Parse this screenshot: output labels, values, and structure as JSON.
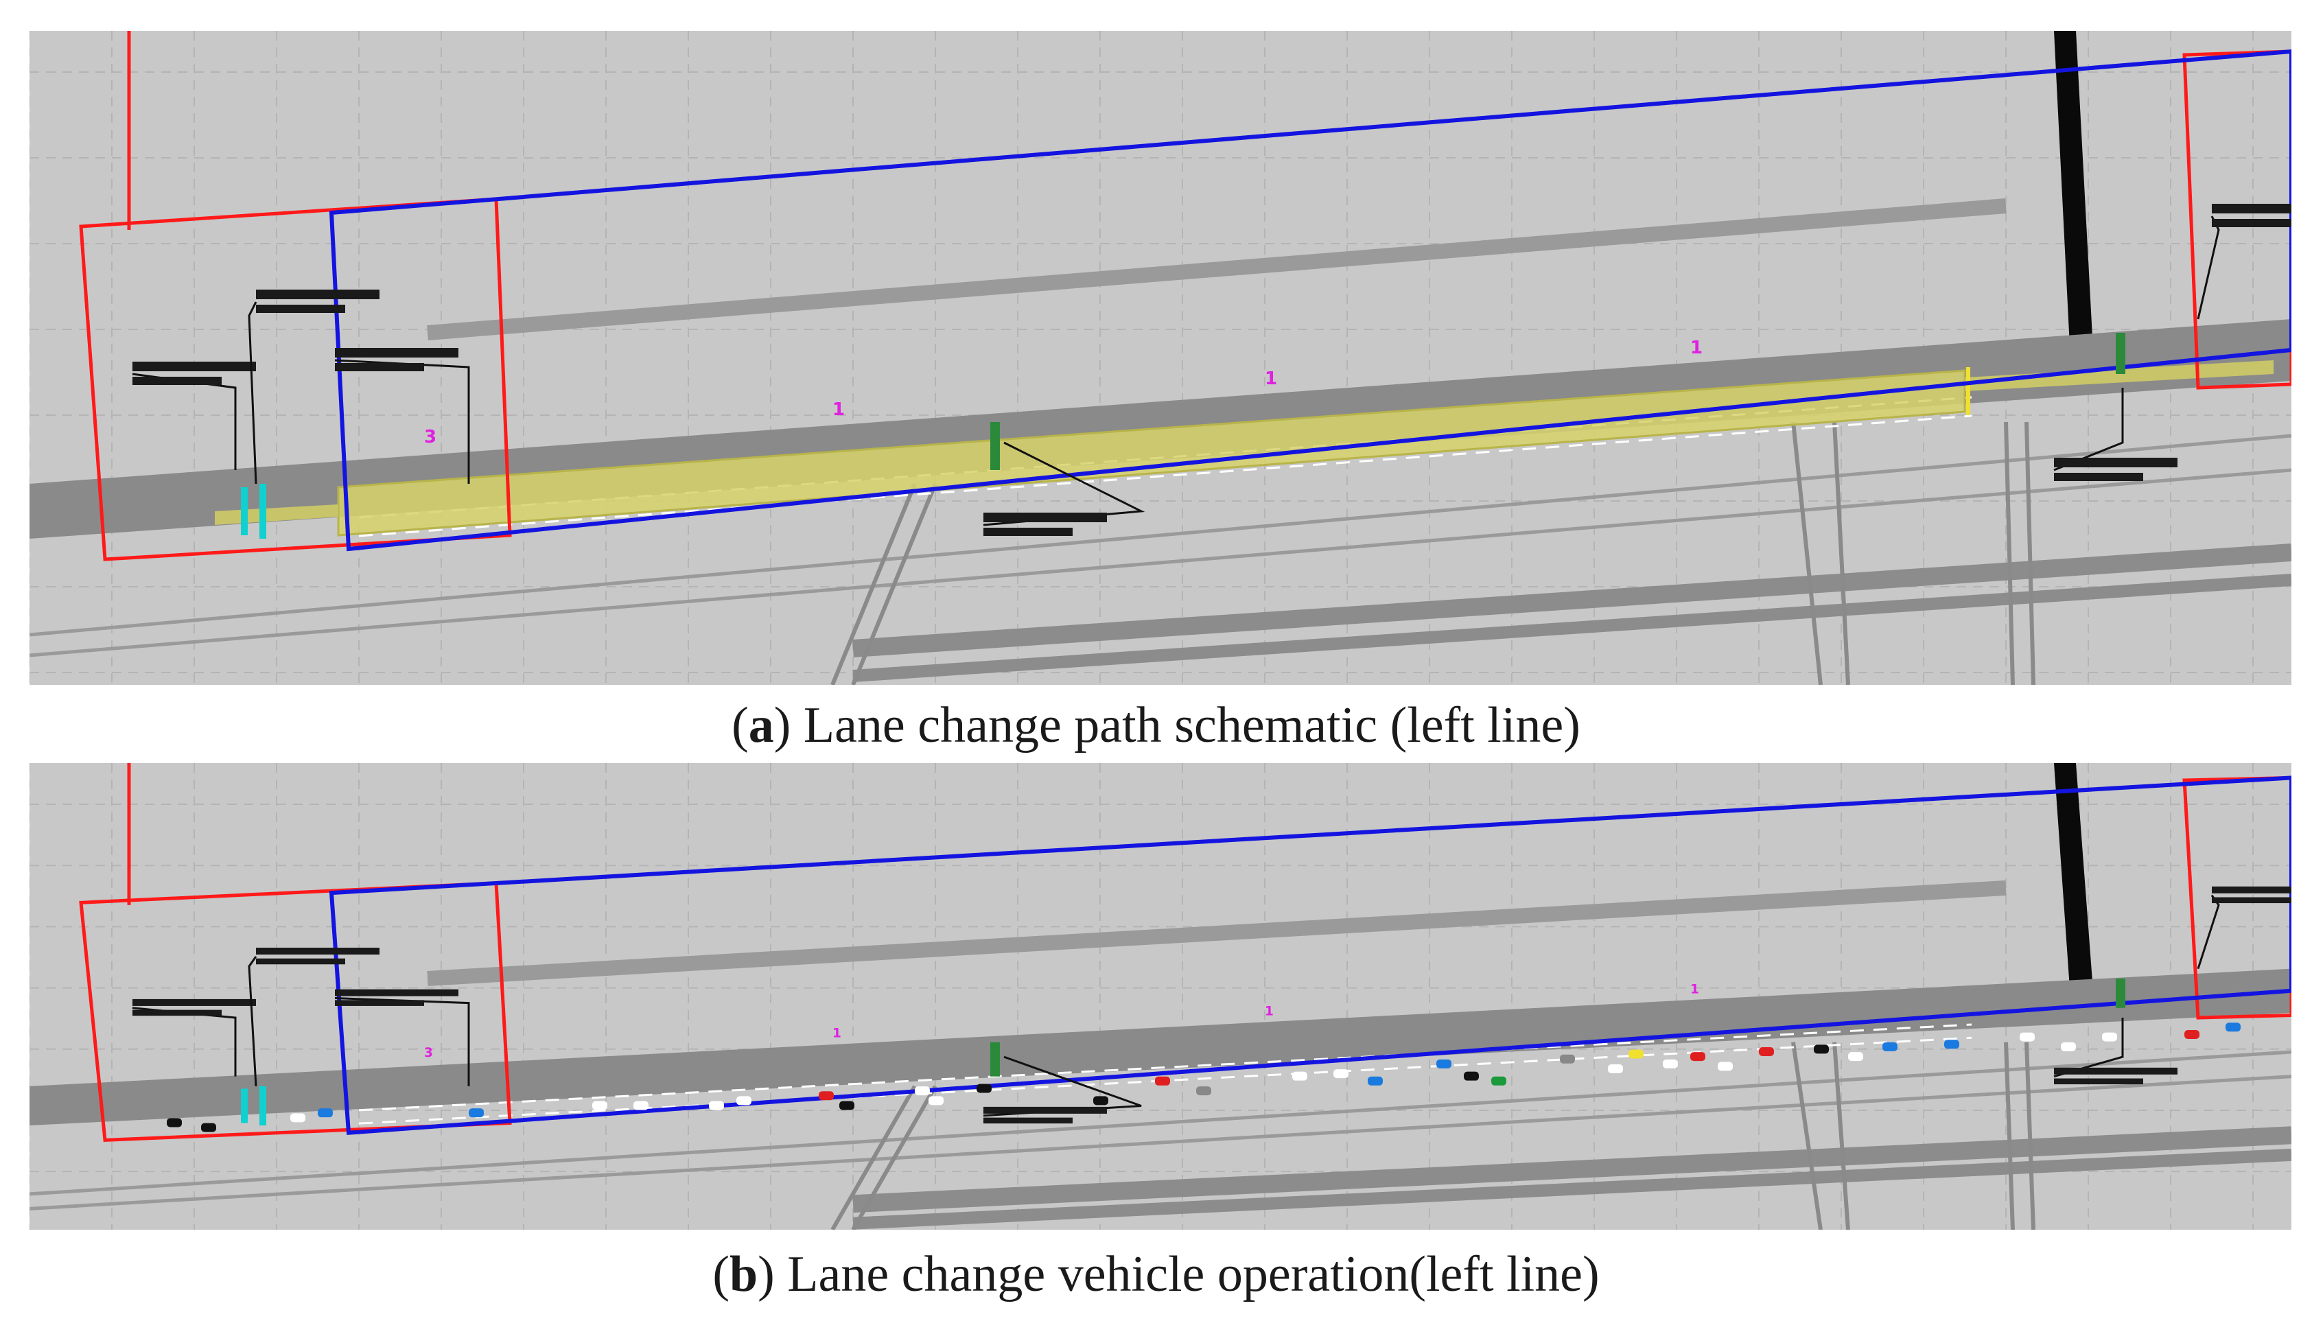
{
  "figure": {
    "panel_a": {
      "caption_letter": "a",
      "caption_text": ") Lane change path schematic (left line)",
      "caption_open": "(",
      "view": "lane-change-path",
      "path_highlight_color": "#d6d26a",
      "labels": [
        "1",
        "1",
        "1",
        "3"
      ]
    },
    "panel_b": {
      "caption_letter": "b",
      "caption_text": ") Lane change vehicle operation(left line)",
      "caption_open": "(",
      "view": "vehicle-operation",
      "labels": [
        "1",
        "1",
        "1",
        "3"
      ],
      "vehicle_colors": [
        "#ffffff",
        "#111111",
        "#e02020",
        "#1a7ae0",
        "#f0e030",
        "#1a9a3a",
        "#888888"
      ]
    },
    "colors": {
      "background": "#c8c8c8",
      "grid": "#b4b4b4",
      "road": "#8a8a8a",
      "link_red": "#ff1a1a",
      "link_blue": "#1414e0",
      "signal_head": "#2a8a3a",
      "detector_cyan": "#10d0d0",
      "marker_magenta": "#e020e0"
    }
  }
}
